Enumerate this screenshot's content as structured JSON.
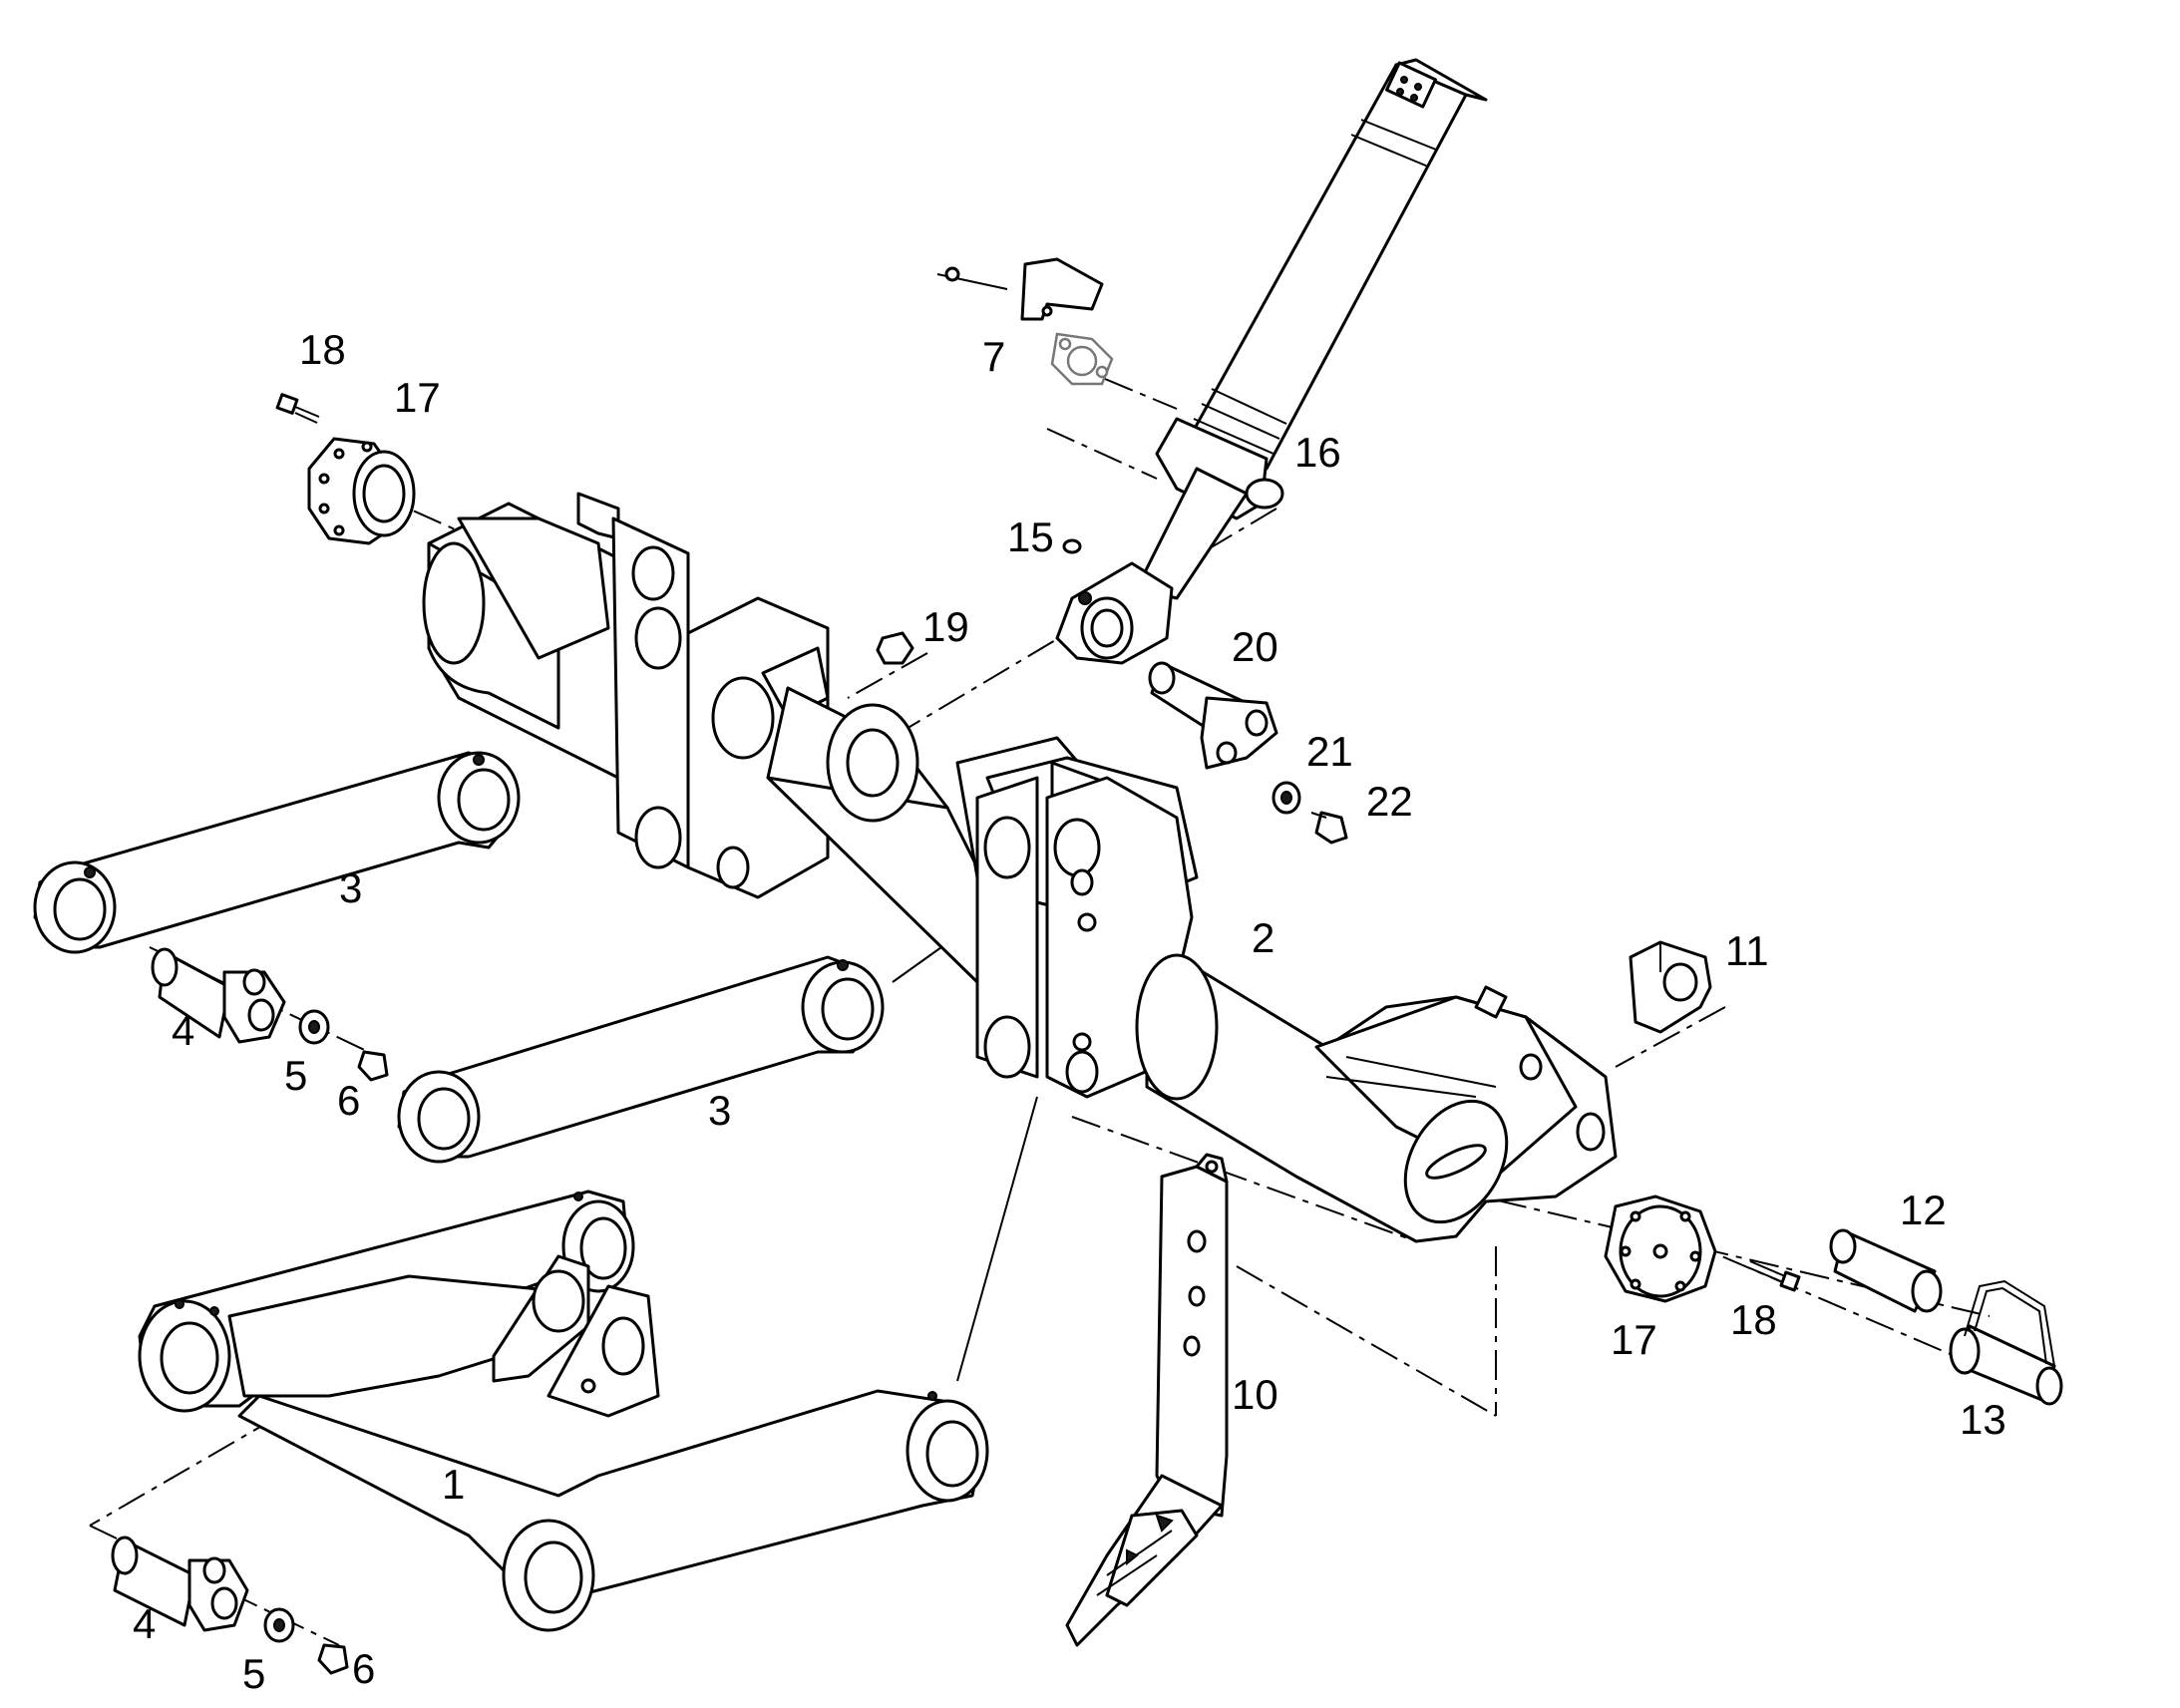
{
  "diagram": {
    "callouts": [
      {
        "id": "c18a",
        "label": "18"
      },
      {
        "id": "c17a",
        "label": "17"
      },
      {
        "id": "c7",
        "label": "7"
      },
      {
        "id": "c16",
        "label": "16"
      },
      {
        "id": "c15",
        "label": "15"
      },
      {
        "id": "c19",
        "label": "19"
      },
      {
        "id": "c20",
        "label": "20"
      },
      {
        "id": "c21",
        "label": "21"
      },
      {
        "id": "c22",
        "label": "22"
      },
      {
        "id": "c3a",
        "label": "3"
      },
      {
        "id": "c2",
        "label": "2"
      },
      {
        "id": "c11",
        "label": "11"
      },
      {
        "id": "c4a",
        "label": "4"
      },
      {
        "id": "c5a",
        "label": "5"
      },
      {
        "id": "c6a",
        "label": "6"
      },
      {
        "id": "c3b",
        "label": "3"
      },
      {
        "id": "c12",
        "label": "12"
      },
      {
        "id": "c10",
        "label": "10"
      },
      {
        "id": "c17b",
        "label": "17"
      },
      {
        "id": "c18b",
        "label": "18"
      },
      {
        "id": "c13",
        "label": "13"
      },
      {
        "id": "c1",
        "label": "1"
      },
      {
        "id": "c4b",
        "label": "4"
      },
      {
        "id": "c5b",
        "label": "5"
      },
      {
        "id": "c6b",
        "label": "6"
      }
    ]
  }
}
